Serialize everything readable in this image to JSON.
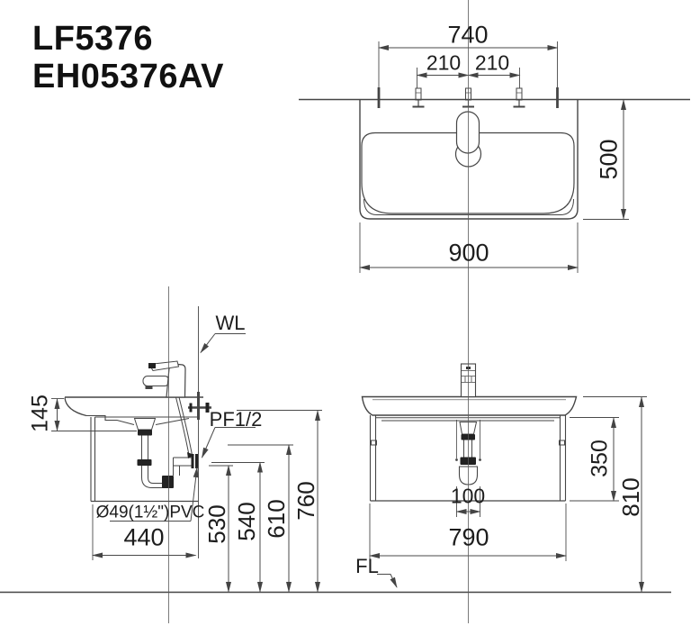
{
  "colors": {
    "line": "#454545",
    "text": "#1d1d1d",
    "background": "#ffffff"
  },
  "title": {
    "model_1": "LF5376",
    "model_2": "EH05376AV"
  },
  "top_view": {
    "dim_spread": "740",
    "dim_left": "210",
    "dim_right": "210",
    "dim_depth": "500",
    "dim_width": "900"
  },
  "side_view": {
    "label_wl": "WL",
    "label_supply": "PF1/2",
    "label_drain": "Ø49(1½\")PVC",
    "dim_rim_height": "145",
    "dim_depth": "440",
    "dim_h530": "530",
    "dim_h540": "540",
    "dim_h610": "610",
    "dim_h760": "760"
  },
  "front_view": {
    "label_fl": "FL",
    "dim_cabinet_height": "350",
    "dim_total_height": "810",
    "dim_drain_offset": "100",
    "dim_cabinet_width": "790"
  }
}
